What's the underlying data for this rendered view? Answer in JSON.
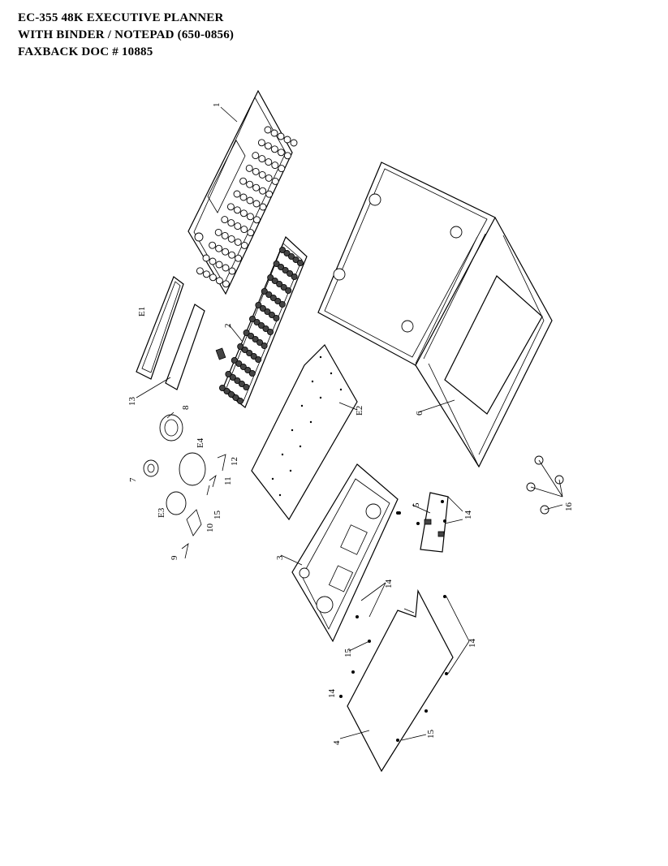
{
  "header": {
    "line1": "EC-355 48K EXECUTIVE PLANNER",
    "line2": "WITH BINDER / NOTEPAD  (650-0856)",
    "line3": "FAXBACK DOC # 10885"
  },
  "labels": {
    "p1": "1",
    "p2": "2",
    "p3": "3",
    "p4": "4",
    "p5": "5",
    "p6": "6",
    "p7": "7",
    "p8": "8",
    "p9": "9",
    "p10": "10",
    "p11": "11",
    "p12": "12",
    "p13": "13",
    "p14a": "14",
    "p14b": "14",
    "p14c": "14",
    "p14d": "14",
    "p15a": "15",
    "p15b": "15",
    "p15c": "15",
    "p16": "16",
    "e1": "E1",
    "e2": "E2",
    "e3": "E3",
    "e4": "E4"
  }
}
